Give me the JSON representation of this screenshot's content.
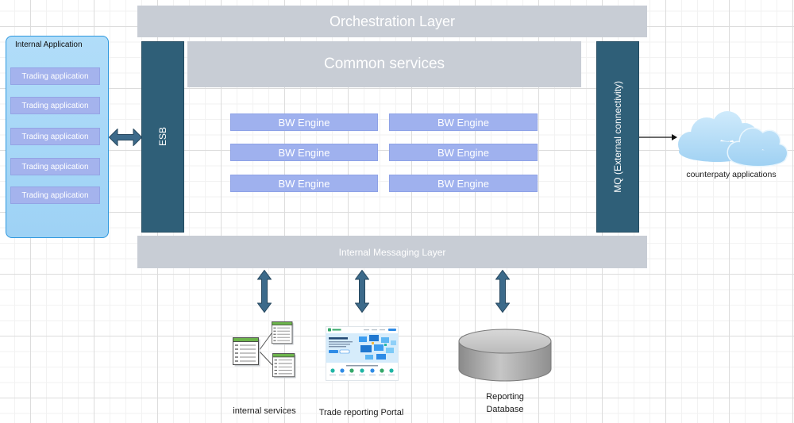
{
  "orchestration_layer": {
    "label": "Orchestration Layer"
  },
  "common_services": {
    "label": "Common services"
  },
  "internal_application": {
    "title": "Internal Application",
    "items": [
      {
        "label": "Trading application"
      },
      {
        "label": "Trading application"
      },
      {
        "label": "Trading application"
      },
      {
        "label": "Trading application"
      },
      {
        "label": "Trading application"
      }
    ]
  },
  "esb": {
    "label": "ESB"
  },
  "bw_engines": [
    {
      "label": "BW Engine"
    },
    {
      "label": "BW Engine"
    },
    {
      "label": "BW Engine"
    },
    {
      "label": "BW Engine"
    },
    {
      "label": "BW Engine"
    },
    {
      "label": "BW Engine"
    }
  ],
  "mq": {
    "label": "MQ (External connectivity)"
  },
  "internal_messaging_layer": {
    "label": "Internal Messaging Layer"
  },
  "counterparty": {
    "icon": "cloud-icon",
    "label": "counterpaty applications"
  },
  "bottom_systems": {
    "internal_services": {
      "icon": "table-group-icon",
      "label": "internal services"
    },
    "trade_reporting_portal": {
      "icon": "portal-screenshot",
      "label": "Trade reporting Portal"
    },
    "reporting_database": {
      "icon": "database-icon",
      "label": "Reporting Database"
    }
  },
  "colors": {
    "layer_gray": "#c8cdd5",
    "bus_dark": "#2f5f78",
    "engine_blue": "#9fb1ee",
    "item_blue": "#a4b3ed",
    "app_panel_blue": "#9ed2f5",
    "app_panel_border": "#2d97de",
    "arrow_blue": "#3c6a8a",
    "table_header_green": "#6db54c"
  }
}
